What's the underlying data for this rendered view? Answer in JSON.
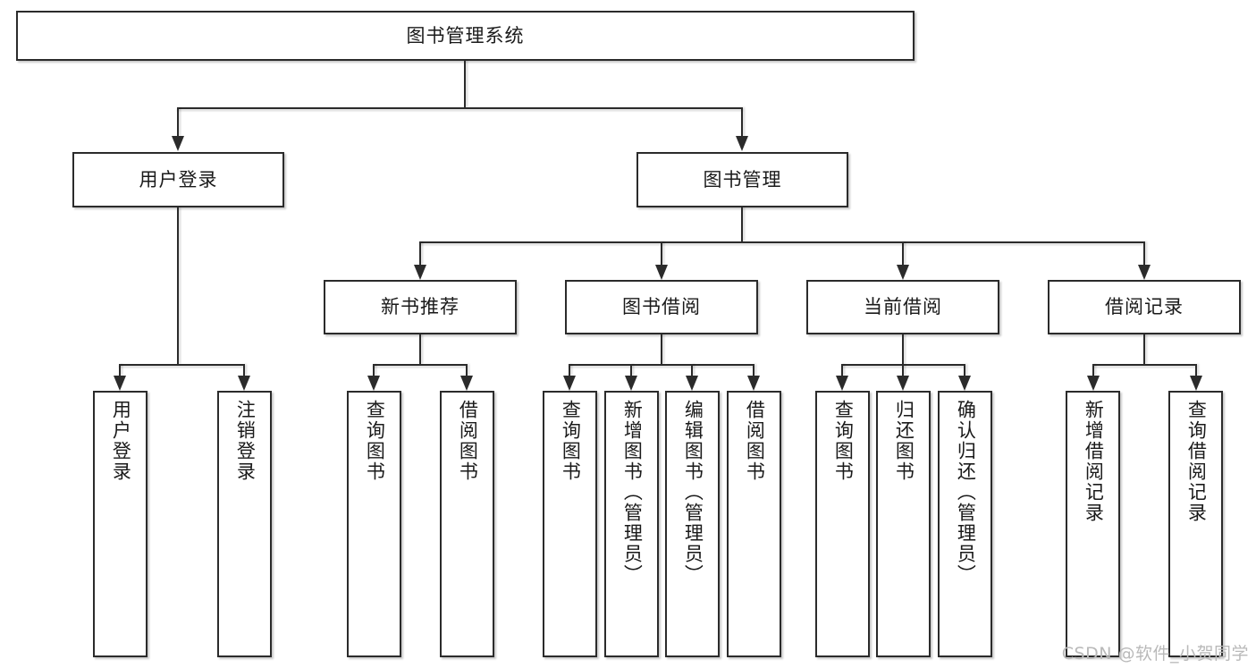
{
  "diagram": {
    "title": "图书管理系统",
    "watermark": "CSDN @软件_小贺同学",
    "colors": {
      "stroke": "#2b2b2b",
      "fill": "#ffffff",
      "text": "#1a1a1a",
      "watermark": "#b9b9b9"
    }
  },
  "root": {
    "label": "图书管理系统"
  },
  "level2": [
    {
      "label": "用户登录"
    },
    {
      "label": "图书管理"
    }
  ],
  "level3": [
    {
      "label": "新书推荐"
    },
    {
      "label": "图书借阅"
    },
    {
      "label": "当前借阅"
    },
    {
      "label": "借阅记录"
    }
  ],
  "leaves": {
    "user_login": [
      {
        "label": "用户登录"
      },
      {
        "label": "注销登录"
      }
    ],
    "new_book": [
      {
        "label": "查询图书"
      },
      {
        "label": "借阅图书"
      }
    ],
    "book_borrow": [
      {
        "label": "查询图书"
      },
      {
        "label": "新增图书（管理员）"
      },
      {
        "label": "编辑图书（管理员）"
      },
      {
        "label": "借阅图书"
      }
    ],
    "current_borrow": [
      {
        "label": "查询图书"
      },
      {
        "label": "归还图书"
      },
      {
        "label": "确认归还（管理员）"
      }
    ],
    "borrow_record": [
      {
        "label": "新增借阅记录"
      },
      {
        "label": "查询借阅记录"
      }
    ]
  }
}
